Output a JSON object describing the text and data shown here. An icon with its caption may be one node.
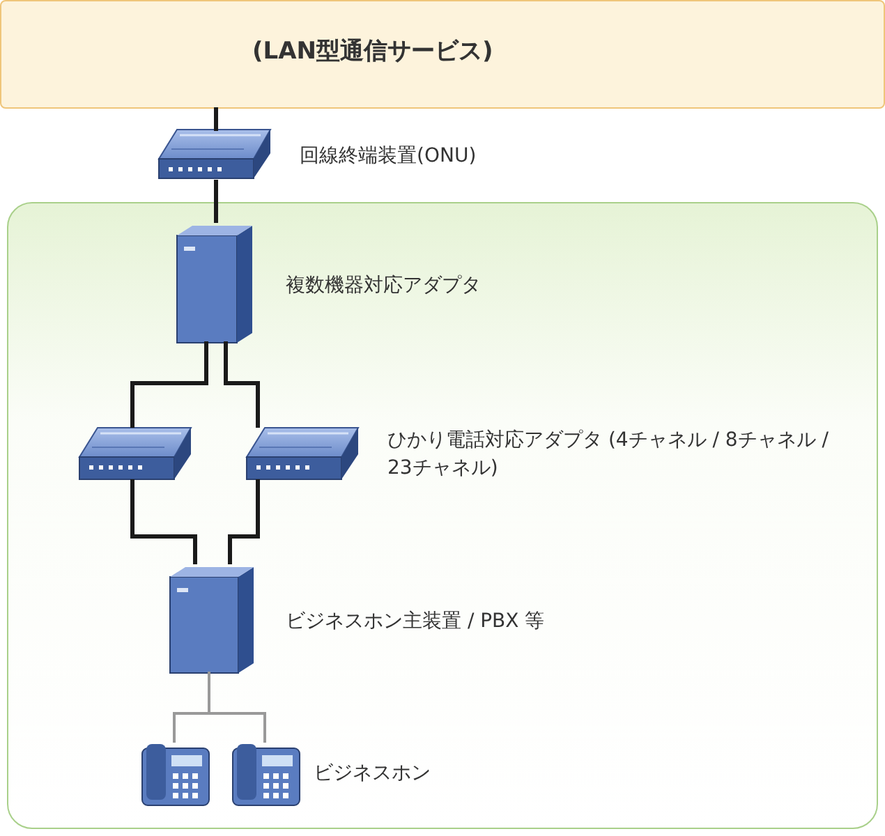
{
  "diagram": {
    "nodes": [
      {
        "text": [
          "(LAN型通信サービス)"
        ]
      },
      {
        "text": [],
        "shape": "picture",
        "beside": [
          "回線終端装置(ONU)"
        ]
      },
      {
        "text": [],
        "shape": "box"
      },
      {
        "text": [],
        "shape": "picture",
        "in": 2,
        "beside": [
          "複数機器対応アダプタ"
        ]
      },
      {
        "text": [],
        "shape": "picture",
        "in": 2
      },
      {
        "text": [],
        "shape": "picture",
        "in": 2,
        "beside": [
          "ひかり電話対応アダプタ (4チャネル / 8チャネル / 23チャネル)"
        ]
      },
      {
        "text": [],
        "shape": "picture",
        "in": 2,
        "beside": [
          "ビジネスホン主装置 / PBX 等"
        ]
      },
      {
        "text": [],
        "shape": "picture",
        "in": 2
      },
      {
        "text": [],
        "shape": "picture",
        "in": 2,
        "beside": [
          "ビジネスホン"
        ]
      }
    ],
    "edges": [
      {
        "from": 0,
        "to": 1,
        "arrow": "none"
      },
      {
        "from": 1,
        "to": 3,
        "arrow": "none"
      },
      {
        "from": 3,
        "to": 4,
        "arrow": "none"
      },
      {
        "from": 3,
        "to": 5,
        "arrow": "none"
      },
      {
        "from": 4,
        "to": 6,
        "arrow": "none"
      },
      {
        "from": 5,
        "to": 6,
        "arrow": "none"
      },
      {
        "from": 6,
        "to": 7,
        "arrow": "none",
        "color": "#999999"
      },
      {
        "from": 6,
        "to": 8,
        "arrow": "none",
        "color": "#999999"
      }
    ]
  }
}
